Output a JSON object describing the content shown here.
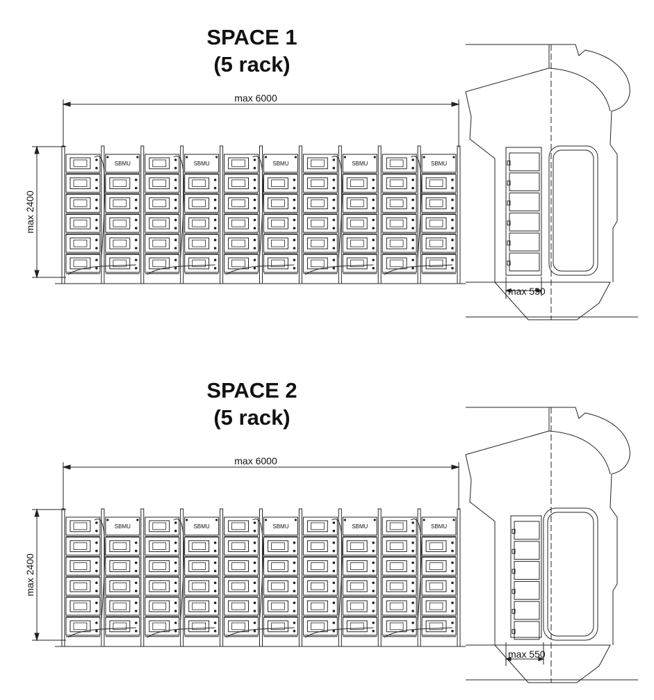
{
  "spaces": [
    {
      "title_line1": "SPACE 1",
      "title_line2": "(5 rack)",
      "width_label": "max 6000",
      "height_label": "max 2400",
      "depth_label": "max 550",
      "module_label": "SBMU"
    },
    {
      "title_line1": "SPACE 2",
      "title_line2": "(5 rack)",
      "width_label": "max 6000",
      "height_label": "max 2400",
      "depth_label": "max 550",
      "module_label": "SBMU"
    }
  ],
  "rack_count": 5,
  "modules_per_column": 6,
  "colors": {
    "line": "#222222",
    "background": "#ffffff"
  }
}
